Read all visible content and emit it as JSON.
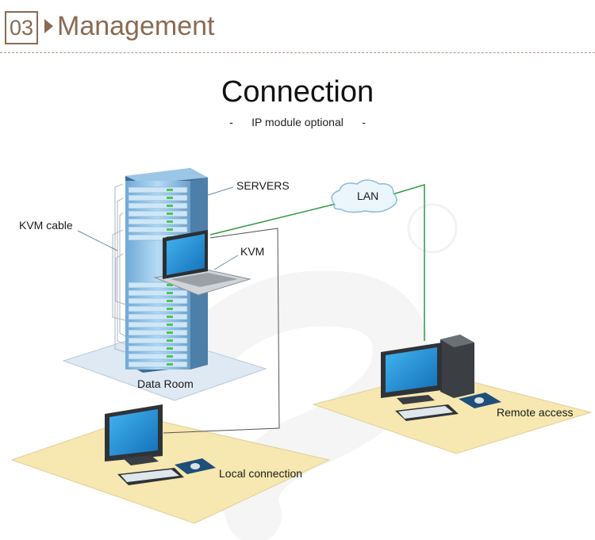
{
  "header": {
    "section_number": "03",
    "section_title": "Management"
  },
  "diagram": {
    "title": "Connection",
    "subtitle": "-      IP module optional      -",
    "labels": {
      "servers": "SERVERS",
      "kvm_cable": "KVM cable",
      "kvm": "KVM",
      "lan": "LAN",
      "data_room": "Data  Room",
      "local_connection": "Local connection",
      "remote_access": "Remote access"
    },
    "colors": {
      "accent": "#8a6a52",
      "network_line": "#2e9a3e",
      "platform": "#f7e7b0",
      "server_blue": "#8fc2e6",
      "screen_blue": "#1f8fd6"
    }
  }
}
